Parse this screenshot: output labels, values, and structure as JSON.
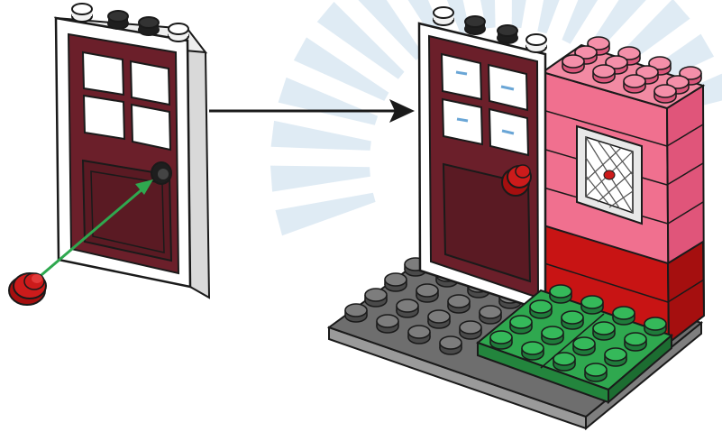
{
  "figure": {
    "type": "lego-building-instruction-step",
    "steps": [
      {
        "part": "door-frame-with-door",
        "action": "attach-knob"
      },
      {
        "result": "door-mounted-on-wall-with-baseplate"
      }
    ]
  },
  "colors": {
    "outline": "#1a1a1a",
    "door": "#6b1f2a",
    "door_dark": "#4d141d",
    "frame": "#ffffff",
    "frame_shade": "#d9d9d9",
    "knob": "#cc1b1b",
    "stud_black": "#1e1e1e",
    "stud_white": "#f2f2f2",
    "brick_pink": "#f0708f",
    "brick_pink_side": "#e0557a",
    "brick_red": "#c81414",
    "brick_red_side": "#a50f0f",
    "plate_gray": "#6e6e6e",
    "plate_gray_side": "#9a9a9a",
    "plate_green": "#2fa84f",
    "plate_green_side": "#23853d",
    "arrow_green": "#2fa84f",
    "burst": "#b9d3e8"
  },
  "icons": [
    "door-part-icon",
    "red-knob-icon",
    "assembly-arrow-icon",
    "completed-model-icon",
    "window-lattice-icon"
  ]
}
